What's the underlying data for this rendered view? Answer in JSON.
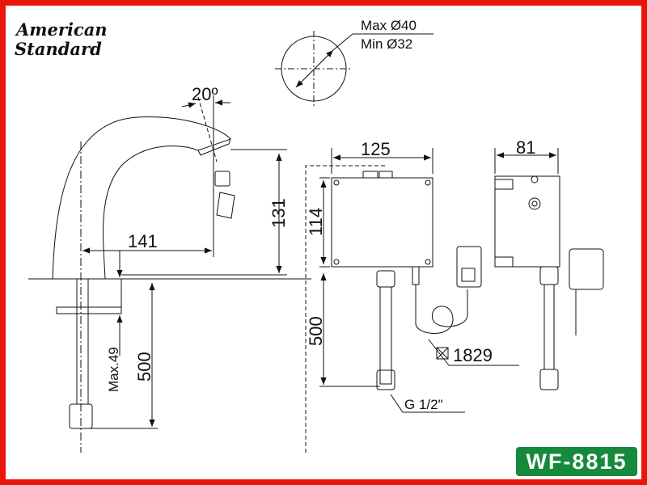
{
  "brand": {
    "line1": "American",
    "line2": "Standard"
  },
  "model_badge": "WF-8815",
  "colors": {
    "frame": "#e8160c",
    "badge": "#168a3c"
  },
  "pipe_hole": {
    "max": "Max Ø40",
    "min": "Min Ø32"
  },
  "faucet": {
    "angle": "20º",
    "reach": "141",
    "height": "131",
    "deck_thickness": "Max.49",
    "hose_length": "500"
  },
  "control_box": {
    "width": "125",
    "height": "114",
    "hose_length": "500",
    "cable_length": "1829",
    "thread": "G 1/2\""
  },
  "side_view": {
    "depth": "81"
  }
}
